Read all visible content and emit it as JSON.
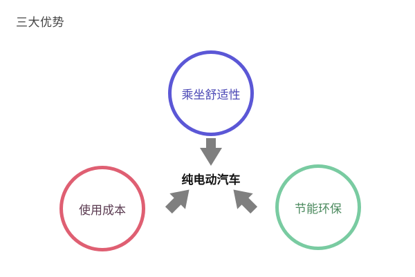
{
  "title": "三大优势",
  "center": {
    "label": "纯电动汽车"
  },
  "nodes": [
    {
      "id": "top",
      "label": "乘坐舒适性",
      "color": "#5b57d6",
      "text_color": "#4a47b5"
    },
    {
      "id": "left",
      "label": "使用成本",
      "color": "#df5f72",
      "text_color": "#5a3a50"
    },
    {
      "id": "right",
      "label": "节能环保",
      "color": "#79cba1",
      "text_color": "#4b8a5e"
    }
  ],
  "arrow_color": "#7f7f7f"
}
